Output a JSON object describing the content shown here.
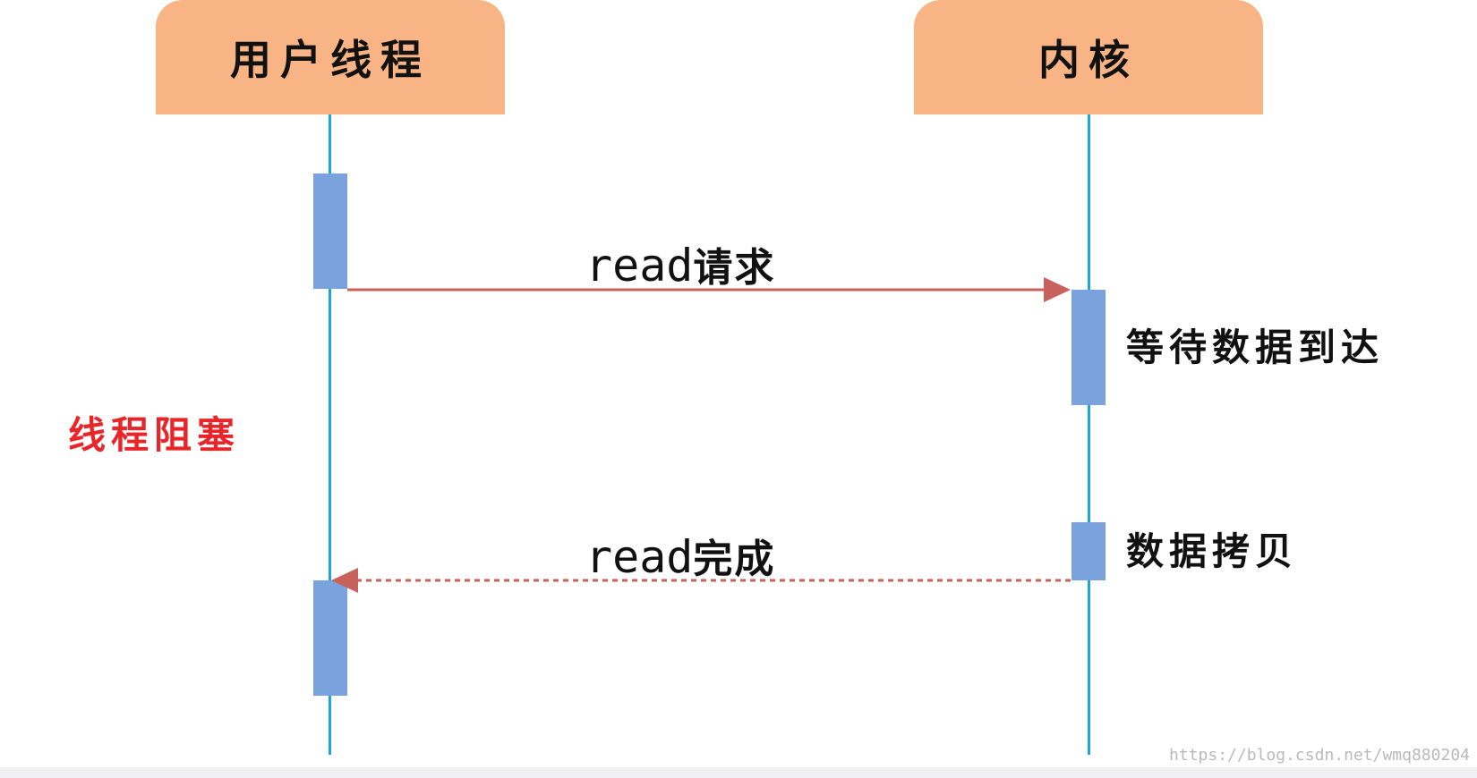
{
  "actors": {
    "user_thread": "用户线程",
    "kernel": "内核"
  },
  "messages": {
    "request": {
      "prefix": "read",
      "suffix": "请求"
    },
    "complete": {
      "prefix": "read",
      "suffix": "完成"
    }
  },
  "notes": {
    "waiting": "等待数据到达",
    "copying": "数据拷贝",
    "blocked": "线程阻塞"
  },
  "watermark": "https://blog.csdn.net/wmq880204",
  "colors": {
    "actor_fill": "#f8b484",
    "lifeline": "#1aa7e0",
    "activation": "#7aa2dc",
    "arrow": "#c8605c",
    "blocked_text": "#e8262a"
  }
}
